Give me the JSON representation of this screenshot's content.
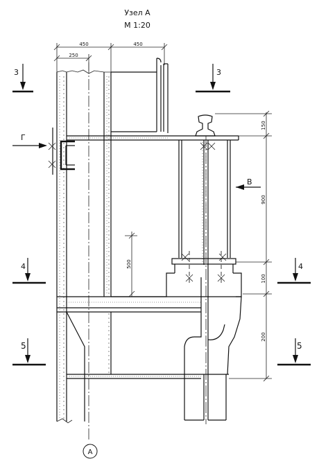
{
  "title": {
    "line1": "Узел А",
    "line2": "М 1:20"
  },
  "dimensions": {
    "top_left": "450",
    "top_right": "450",
    "top_inner": "250",
    "right_rail": "150",
    "right_column": "900",
    "right_gap": "100",
    "right_bottom": "200",
    "left_inner": "500"
  },
  "sections": {
    "s3_left": "3",
    "s3_right": "3",
    "s4_left": "4",
    "s4_right": "4",
    "s5_left": "5",
    "s5_right": "5"
  },
  "views": {
    "g": "Г",
    "v": "В"
  },
  "axis_label": "А"
}
